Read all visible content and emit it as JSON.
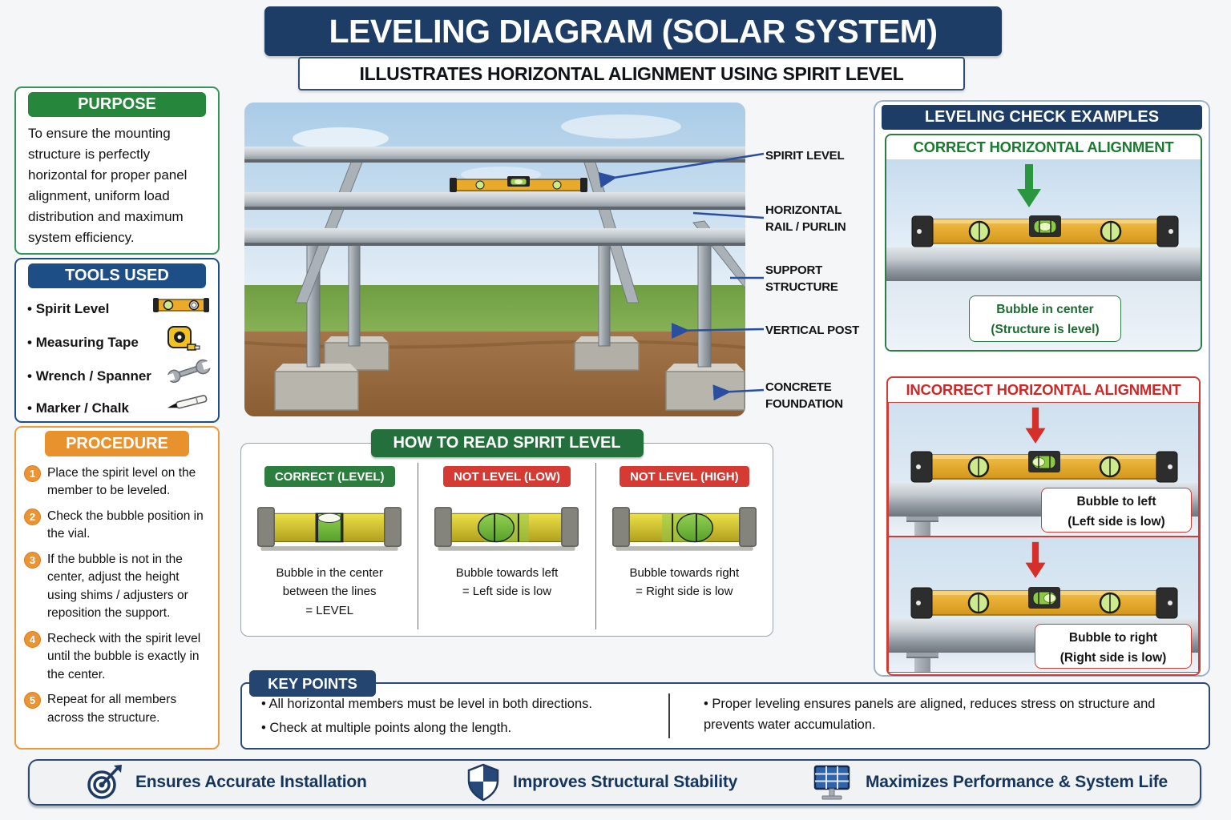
{
  "title": "LEVELING DIAGRAM (SOLAR SYSTEM)",
  "subtitle": "ILLUSTRATES HORIZONTAL ALIGNMENT USING SPIRIT LEVEL",
  "purpose": {
    "header": "PURPOSE",
    "text": "To ensure the mounting structure is perfectly horizontal for proper panel alignment, uniform load distribution and maximum system efficiency."
  },
  "tools": {
    "header": "TOOLS USED",
    "items": [
      {
        "label": "Spirit Level",
        "icon": "spirit-level-icon"
      },
      {
        "label": "Measuring Tape",
        "icon": "measuring-tape-icon"
      },
      {
        "label": "Wrench / Spanner",
        "icon": "wrench-icon"
      },
      {
        "label": "Marker / Chalk",
        "icon": "marker-icon"
      }
    ]
  },
  "procedure": {
    "header": "PROCEDURE",
    "steps": [
      {
        "num": "1",
        "text": "Place the spirit level on the member to be leveled."
      },
      {
        "num": "2",
        "text": "Check the bubble position in the vial."
      },
      {
        "num": "3",
        "text": "If the bubble is not in the center, adjust the height using shims / adjusters or reposition the support."
      },
      {
        "num": "4",
        "text": "Recheck with the spirit level until the bubble is exactly in the center."
      },
      {
        "num": "5",
        "text": "Repeat for all members across the structure."
      }
    ]
  },
  "diagram": {
    "labels": [
      "SPIRIT LEVEL",
      "HORIZONTAL RAIL / PURLIN",
      "SUPPORT STRUCTURE",
      "VERTICAL POST",
      "CONCRETE FOUNDATION"
    ]
  },
  "how_to_read": {
    "header": "HOW TO READ SPIRIT LEVEL",
    "examples": [
      {
        "badge": "CORRECT (LEVEL)",
        "status": "correct",
        "bubble_position": "center",
        "caption_lines": [
          "Bubble in the center",
          "between the lines",
          "= LEVEL"
        ]
      },
      {
        "badge": "NOT LEVEL (LOW)",
        "status": "incorrect",
        "bubble_position": "left",
        "caption_lines": [
          "Bubble towards left",
          "= Left side is low",
          ""
        ]
      },
      {
        "badge": "NOT LEVEL (HIGH)",
        "status": "incorrect",
        "bubble_position": "right",
        "caption_lines": [
          "Bubble towards right",
          "= Right side is low",
          ""
        ]
      }
    ]
  },
  "leveling_examples": {
    "header": "LEVELING CHECK EXAMPLES",
    "correct": {
      "title": "CORRECT HORIZONTAL ALIGNMENT",
      "caption_line1": "Bubble in center",
      "caption_line2": "(Structure is level)",
      "bubble_position": "center"
    },
    "incorrect": {
      "title": "INCORRECT HORIZONTAL ALIGNMENT",
      "cases": [
        {
          "caption_line1": "Bubble to left",
          "caption_line2": "(Left side is low)",
          "bubble_position": "left"
        },
        {
          "caption_line1": "Bubble to right",
          "caption_line2": "(Right side is low)",
          "bubble_position": "right"
        }
      ]
    }
  },
  "key_points": {
    "header": "KEY POINTS",
    "left": [
      "All horizontal members must be level in both directions.",
      "Check at multiple points along the length."
    ],
    "right": [
      "Proper leveling ensures panels are aligned, reduces stress on structure and prevents water accumulation."
    ]
  },
  "footer": {
    "items": [
      {
        "icon": "target-icon",
        "label": "Ensures Accurate Installation"
      },
      {
        "icon": "shield-icon",
        "label": "Improves Structural Stability"
      },
      {
        "icon": "solar-panel-icon",
        "label": "Maximizes Performance & System Life"
      }
    ]
  },
  "colors": {
    "navy": "#1d3c66",
    "blue": "#1d4e85",
    "green": "#25863c",
    "dark_green": "#24703c",
    "red": "#d53a33",
    "orange": "#e8922e",
    "arrow_blue": "#2b4f9e",
    "level_yellow": "#e8a92b"
  }
}
